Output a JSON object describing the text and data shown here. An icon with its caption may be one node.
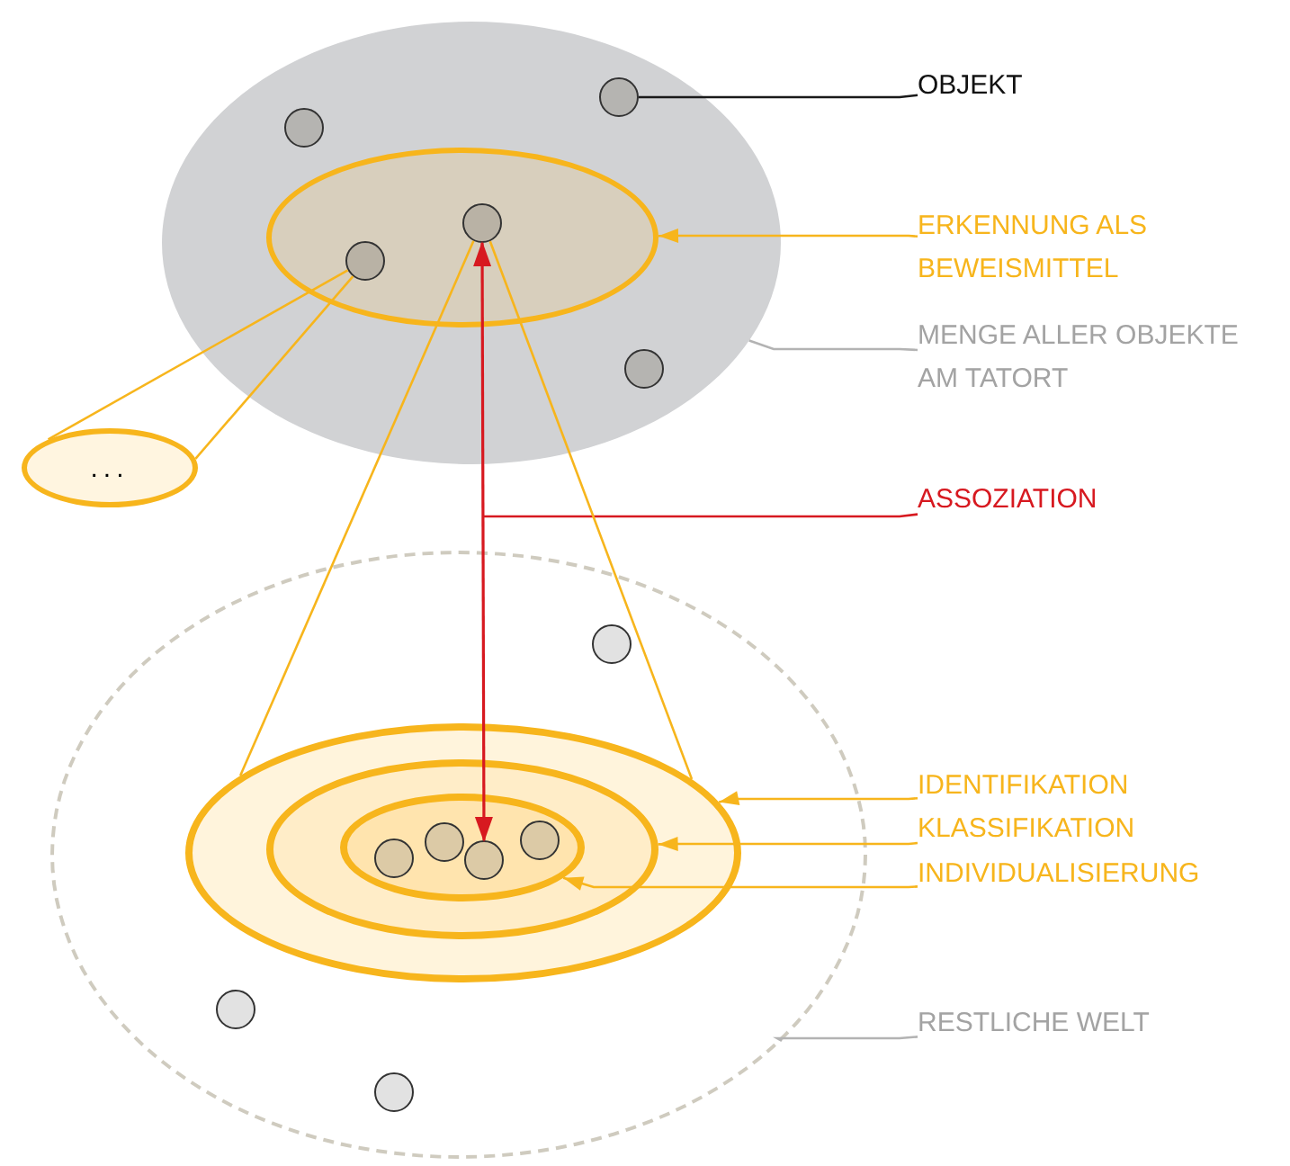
{
  "diagram": {
    "nodes": [
      {
        "text": [],
        "shape": "ellipse"
      },
      {
        "text": [],
        "shape": "circle",
        "in": 0
      },
      {
        "text": [],
        "shape": "circle",
        "in": 0
      },
      {
        "text": [],
        "shape": "ellipse",
        "in": 0
      },
      {
        "text": [],
        "shape": "circle",
        "in": 3
      },
      {
        "text": [],
        "shape": "circle",
        "in": 3
      },
      {
        "text": [],
        "shape": "circle",
        "in": 0
      },
      {
        "text": [
          "..."
        ]
      },
      {
        "text": [],
        "shape": "ellipse"
      },
      {
        "text": [],
        "shape": "circle",
        "in": 8
      },
      {
        "text": [],
        "shape": "ellipse",
        "in": 8
      },
      {
        "text": [],
        "shape": "ellipse",
        "in": 10
      },
      {
        "text": [],
        "shape": "ellipse",
        "in": 11
      },
      {
        "text": [],
        "shape": "circle",
        "in": 12
      },
      {
        "text": [],
        "shape": "circle",
        "in": 12
      },
      {
        "text": [],
        "shape": "circle",
        "in": 12
      },
      {
        "text": [],
        "shape": "circle",
        "in": 12
      },
      {
        "text": [],
        "shape": "circle",
        "in": 8
      },
      {
        "text": [],
        "shape": "circle",
        "in": 8
      },
      {
        "text": [
          "OBJEKT"
        ]
      },
      {
        "text": [
          "ERKENNUNG ALS BEWEISMITTEL"
        ]
      },
      {
        "text": [
          "MENGE ALLER OBJEKTE AM TATORT"
        ]
      },
      {
        "text": [
          "ASSOZIATION"
        ]
      },
      {
        "text": [
          "IDENTIFIKATION"
        ]
      },
      {
        "text": [
          "KLASSIFIKATION"
        ]
      },
      {
        "text": [
          "INDIVIDUALISIERUNG"
        ]
      },
      {
        "text": [
          "RESTLICHE WELT"
        ]
      }
    ],
    "edges": [
      {
        "from": 19,
        "to": 1,
        "arrow": "none",
        "color": "#1a1a1a"
      },
      {
        "from": 20,
        "to": 3,
        "arrow": "to"
      },
      {
        "from": 21,
        "to": 0,
        "arrow": "none",
        "color": "#b3b3b3"
      },
      {
        "from": 4,
        "to": 16,
        "arrow": "both",
        "color": "#d71920"
      },
      {
        "from": 22,
        "to": null,
        "arrow": "none",
        "color": "#d71920"
      },
      {
        "from": 5,
        "to": 7,
        "arrow": "none"
      },
      {
        "from": 5,
        "to": 7,
        "arrow": "none"
      },
      {
        "from": 4,
        "to": 10,
        "arrow": "none"
      },
      {
        "from": 4,
        "to": 10,
        "arrow": "none"
      },
      {
        "from": 23,
        "to": 10,
        "arrow": "to"
      },
      {
        "from": 24,
        "to": 11,
        "arrow": "to"
      },
      {
        "from": 25,
        "to": 12,
        "arrow": "to"
      },
      {
        "from": 26,
        "to": 8,
        "arrow": "none",
        "color": "#b3b3b3"
      }
    ]
  }
}
